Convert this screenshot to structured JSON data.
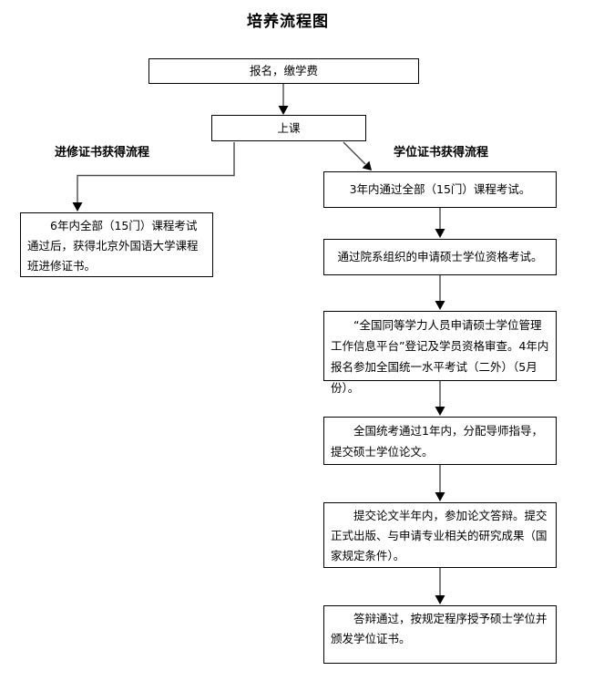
{
  "title": "培养流程图",
  "flow": {
    "start_box": "报名，缴学费",
    "class_box": "上课",
    "left_branch": {
      "label": "进修证书获得流程",
      "steps": [
        "6年内全部（15门）课程考试通过后，获得北京外国语大学课程班进修证书。"
      ]
    },
    "right_branch": {
      "label": "学位证书获得流程",
      "steps": [
        "3年内通过全部（15门）课程考试。",
        "通过院系组织的申请硕士学位资格考试。",
        "“全国同等学力人员申请硕士学位管理工作信息平台”登记及学员资格审查。4年内报名参加全国统一水平考试（二外）（5月份）。",
        "全国统考通过1年内，分配导师指导，提交硕士学位论文。",
        "提交论文半年内，参加论文答辩。提交正式出版、与申请专业相关的研究成果（国家规定条件）。",
        "答辩通过，按规定程序授予硕士学位并颁发学位证书。"
      ]
    }
  },
  "colors": {
    "background": "#ffffff",
    "box_border": "#000000",
    "connector_line": "#4a4a4a",
    "arrowhead": "#000000",
    "text": "#000000"
  }
}
